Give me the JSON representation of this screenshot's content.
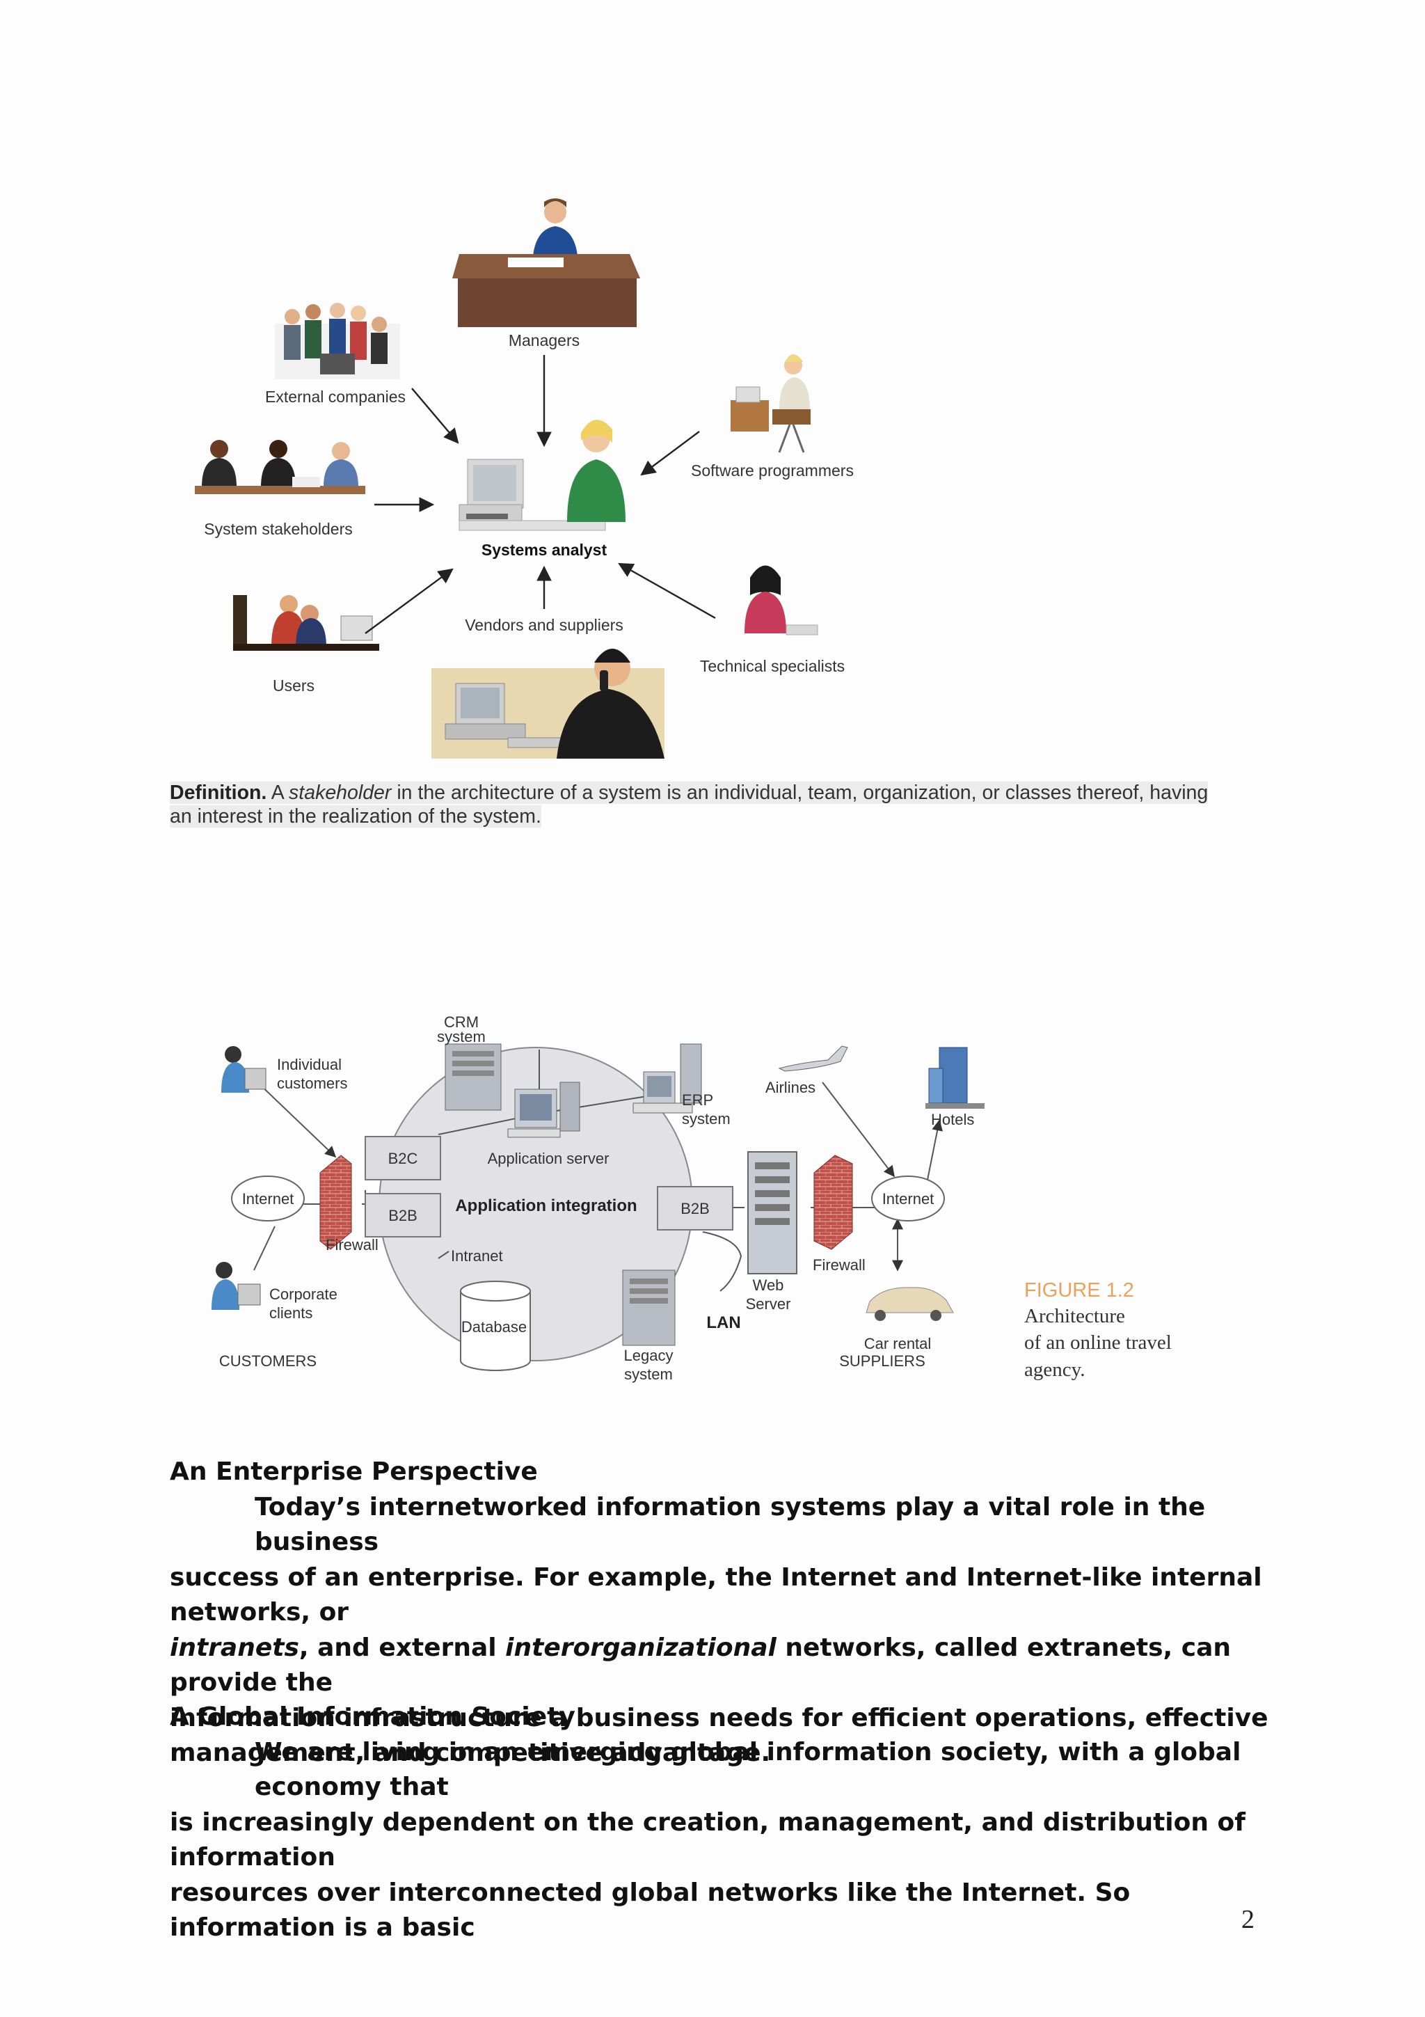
{
  "figure1": {
    "managers": "Managers",
    "external_companies": "External companies",
    "software_programmers": "Software programmers",
    "system_stakeholders": "System stakeholders",
    "systems_analyst": "Systems analyst",
    "vendors": "Vendors and suppliers",
    "technical_specialists": "Technical specialists",
    "users": "Users"
  },
  "definition": {
    "lead": "Definition.",
    "a": "A",
    "term": "stakeholder",
    "line1_rest": "in the architecture of a system is an individual, team, organization, or classes thereof, having",
    "line2": "an interest in the realization of the system."
  },
  "figure2": {
    "crm": [
      "CRM",
      "system"
    ],
    "individual": [
      "Individual",
      "customers"
    ],
    "erp": [
      "ERP",
      "system"
    ],
    "airlines": "Airlines",
    "hotels": "Hotels",
    "b2c": "B2C",
    "b2b_left": "B2B",
    "b2b_right": "B2B",
    "app_server": "Application server",
    "app_integration": "Application integration",
    "internet_left": "Internet",
    "internet_right": "Internet",
    "firewall_left": "Firewall",
    "firewall_right": "Firewall",
    "intranet": "Intranet",
    "web_server": [
      "Web",
      "Server"
    ],
    "corporate": [
      "Corporate",
      "clients"
    ],
    "database": "Database",
    "lan": "LAN",
    "car_rental": "Car rental",
    "legacy": [
      "Legacy",
      "system"
    ],
    "customers": "CUSTOMERS",
    "suppliers": "SUPPLIERS",
    "figure_label": "FIGURE 1.2",
    "caption_lines": [
      "Architecture",
      "of an online travel",
      "agency."
    ],
    "accent_color": "#e9a25a"
  },
  "sections": [
    {
      "heading": "An Enterprise Perspective",
      "p1": "Today’s internetworked information systems play a vital role in the business",
      "p2": "success of an enterprise. For example, the Internet and Internet-like internal networks, or",
      "p3_em1": "intranets",
      "p3_mid": ", and external",
      "p3_em2": "interorganizational",
      "p3_rest": "networks, called extranets, can provide the",
      "p4": "information infrastructure a business needs for efficient operations, effective",
      "p5": "management, and competitive advantage."
    },
    {
      "heading": "A Global Information Society",
      "p1": "We are living in an emerging global information society, with a global economy that",
      "p2": "is increasingly dependent on the creation, management, and distribution of information",
      "p3": "resources over interconnected global networks like the Internet. So information is a basic"
    }
  ],
  "page_number": "2"
}
